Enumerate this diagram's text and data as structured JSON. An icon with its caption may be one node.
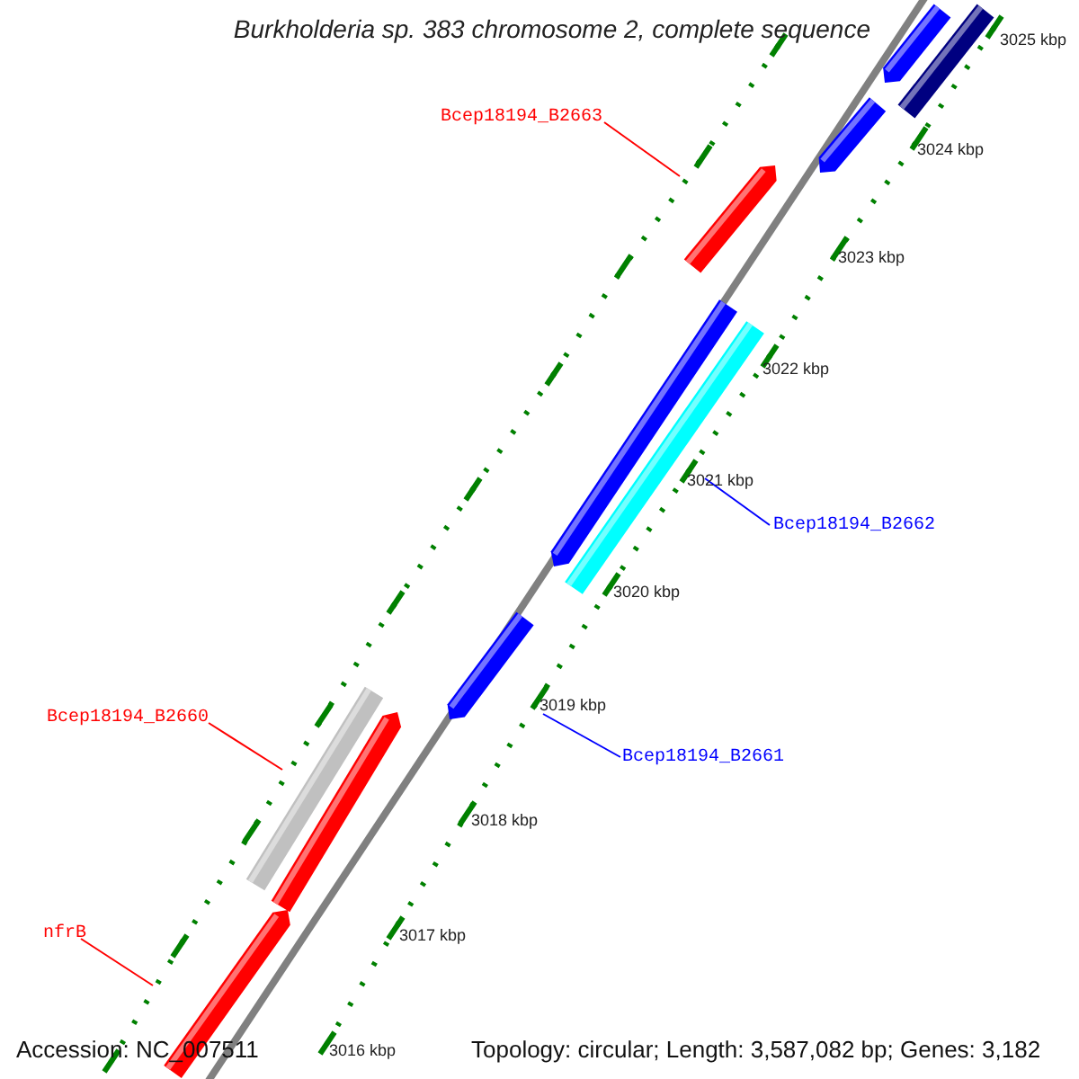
{
  "diagram": {
    "title": "Burkholderia sp. 383 chromosome 2, complete sequence",
    "nodes": [
      {
        "text": [
          "Bcep18194_B2663"
        ]
      },
      {
        "text": [
          "Bcep18194_B2662"
        ]
      },
      {
        "text": [
          "Bcep18194_B2661"
        ]
      },
      {
        "text": [
          "Bcep18194_B2660"
        ]
      },
      {
        "text": [
          "nfrB"
        ]
      },
      {
        "text": [],
        "shape": "bar"
      },
      {
        "text": [],
        "shape": "bar"
      },
      {
        "text": [],
        "shape": "bar"
      },
      {
        "text": [],
        "shape": "bar"
      },
      {
        "text": [],
        "shape": "bar"
      },
      {
        "text": [],
        "shape": "bar"
      },
      {
        "text": [],
        "shape": "bar"
      },
      {
        "text": [],
        "shape": "bar"
      },
      {
        "text": [],
        "shape": "bar"
      },
      {
        "text": [],
        "shape": "bar"
      }
    ],
    "edges": [
      {
        "from": 0,
        "to": 8,
        "arrow": "none"
      },
      {
        "from": 1,
        "to": 10,
        "arrow": "none",
        "color": "#0000ff"
      },
      {
        "from": 2,
        "to": 11,
        "arrow": "none",
        "color": "#0000ff"
      },
      {
        "from": 3,
        "to": 12,
        "arrow": "none"
      },
      {
        "from": 4,
        "to": 14,
        "arrow": "none"
      }
    ],
    "labels": [
      "3025 kbp",
      "3024 kbp",
      "3023 kbp",
      "3022 kbp",
      "3021 kbp",
      "3020 kbp",
      "3019 kbp",
      "3018 kbp",
      "3017 kbp",
      "3016 kbp",
      "Accession: NC_007511",
      "Topology: circular; Length: 3,587,082 bp; Genes: 3,182"
    ]
  }
}
